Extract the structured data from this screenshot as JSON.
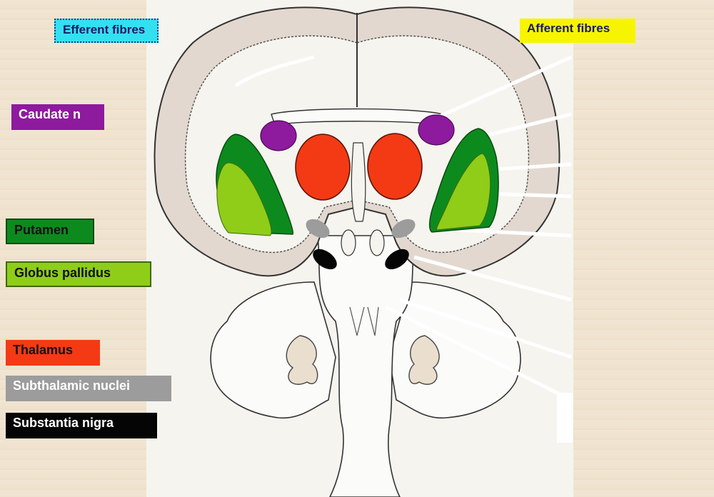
{
  "labels": {
    "efferent": "Efferent fibres",
    "afferent": "Afferent fibres",
    "caudate": "Caudate n",
    "putamen": "Putamen",
    "globus_pallidus": "Globus pallidus",
    "thalamus": "Thalamus",
    "subthalamic": "Subthalamic nuclei",
    "substantia_nigra": "Substantia nigra"
  },
  "colors": {
    "caudate": "#8e1a9e",
    "putamen": "#0d8a1e",
    "globus_pallidus": "#8fcd18",
    "thalamus": "#f33a14",
    "subthalamic": "#9c9c9c",
    "substantia_nigra": "#050505",
    "efferent_label": "#33e0f0",
    "afferent_label": "#f7f400"
  }
}
